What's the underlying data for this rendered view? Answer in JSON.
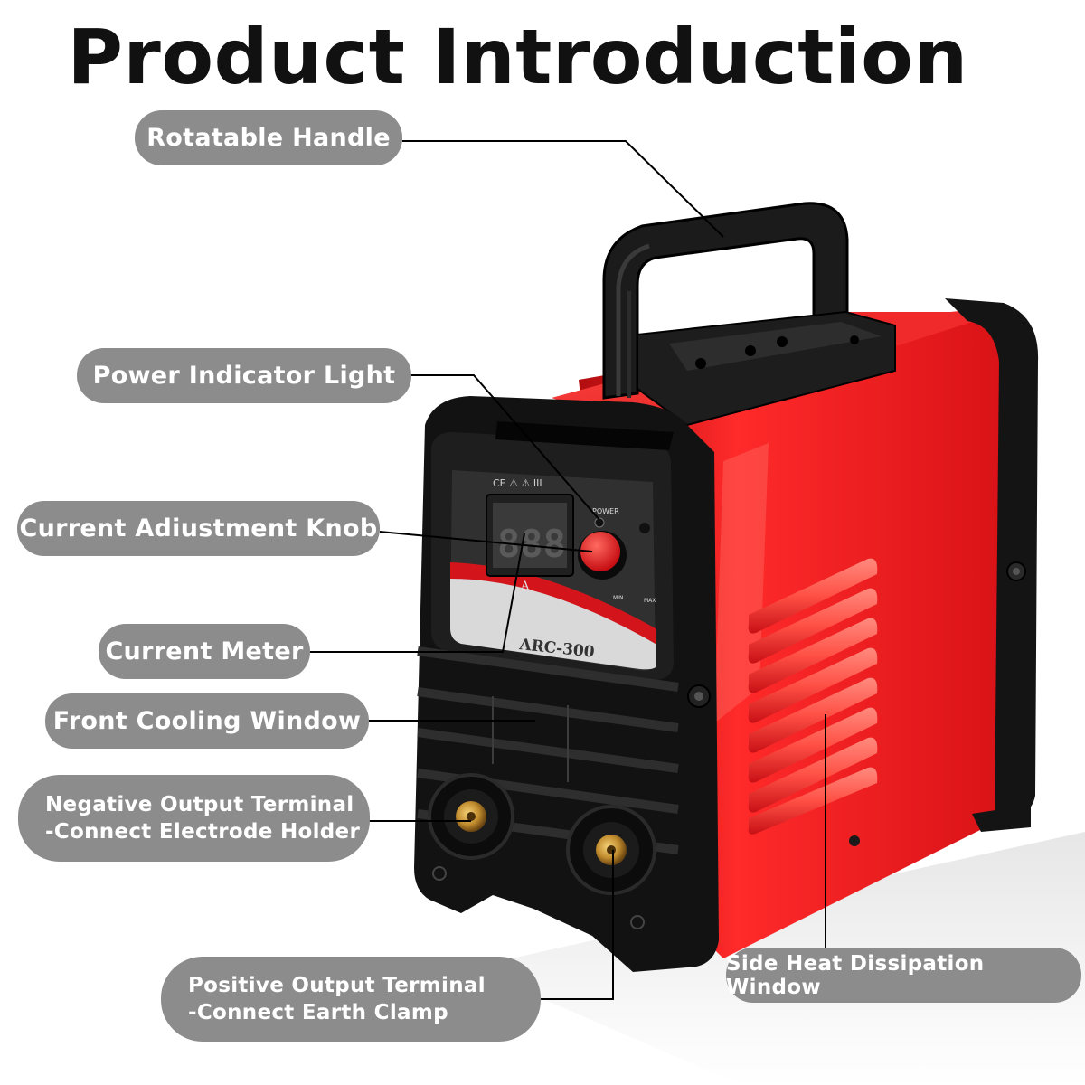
{
  "title": "Product Introduction",
  "labels": {
    "rotatable_handle": "Rotatable Handle",
    "power_indicator_light": "Power Indicator Light",
    "current_adjustment_knob": "Current Adiustment Knob",
    "current_meter": "Current Meter",
    "front_cooling_window": "Front Cooling Window",
    "negative_terminal_line1": "Negative Output Terminal",
    "negative_terminal_line2": "-Connect Electrode Holder",
    "positive_terminal_line1": "Positive Output Terminal",
    "positive_terminal_line2": "-Connect Earth Clamp",
    "side_heat_dissipation_window": "Side Heat Dissipation Window"
  },
  "device": {
    "model": "ARC-300",
    "panel_marks": "CE  ⚠  ⚠  III",
    "power_label": "POWER",
    "display_value": "888",
    "unit_label": "A",
    "min_label": "MIN",
    "max_label": "MAX",
    "body_color": "#e8161b",
    "frame_color": "#151515"
  },
  "colors": {
    "pill_background": "#8c8c8c",
    "pill_text": "#ffffff",
    "leader_line": "#000000"
  }
}
